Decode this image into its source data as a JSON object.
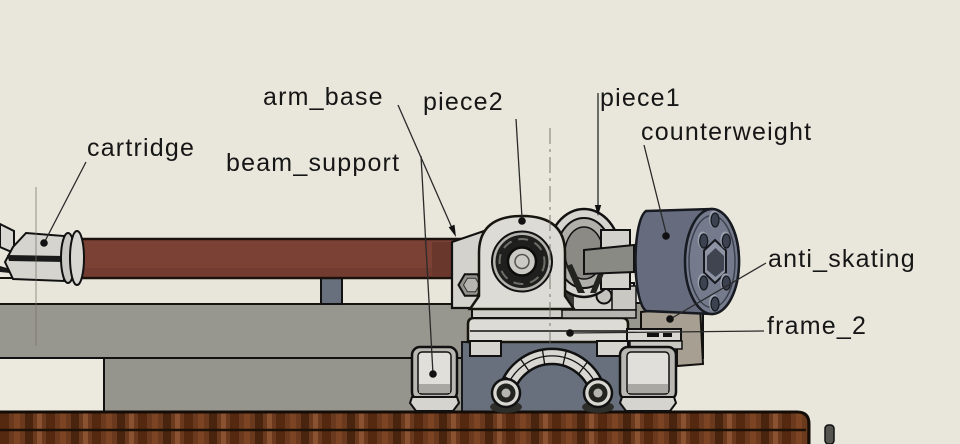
{
  "scene": {
    "description": "CAD assembly side view of a turntable tonearm with annotated part names",
    "background_color": "#e9e7dc"
  },
  "labels": {
    "cartridge": "cartridge",
    "beam_support": "beam_support",
    "arm_base": "arm_base",
    "piece2": "piece2",
    "piece1": "piece1",
    "counterweight": "counterweight",
    "anti_skating": "anti_skating",
    "frame_2": "frame_2"
  },
  "colors": {
    "background": "#e9e7dc",
    "annotation_text": "#161616",
    "leader_line": "#2a2a2a",
    "arm_tube": "#7b4135",
    "counterweight_side": "#666c7d",
    "counterweight_face": "#757b8c",
    "platform_gray": "#98978f",
    "panel_blue_gray": "#68707e",
    "bracket_tan": "#a79f91",
    "wood": "#6b3a1e",
    "part_light_gray": "#dcdbd5"
  }
}
